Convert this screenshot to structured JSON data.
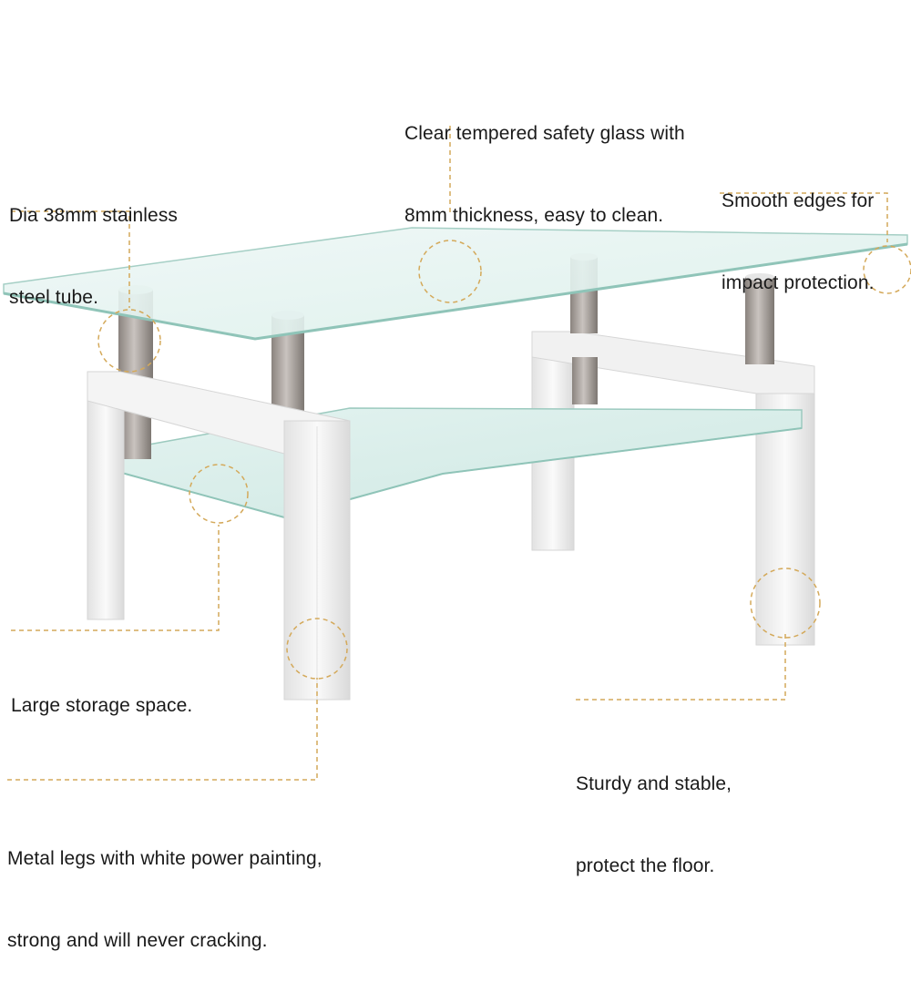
{
  "colors": {
    "leader_line": "#d4a95a",
    "glass_fill": "#e6f4f1",
    "glass_edge": "#8fc4b8",
    "frame_white": "#f4f4f4",
    "frame_shadow": "#cfcfcf",
    "steel_tube": "#a9a29d"
  },
  "callouts": {
    "glass": {
      "line1": "Clear tempered safety glass with",
      "line2": "8mm thickness, easy to clean."
    },
    "tube": {
      "line1": "Dia 38mm stainless",
      "line2": "steel tube."
    },
    "edges": {
      "line1": "Smooth edges for",
      "line2": "impact protection."
    },
    "storage": {
      "line1": "Large storage space."
    },
    "floor": {
      "line1": "Sturdy and stable,",
      "line2": "protect the floor."
    },
    "legs": {
      "line1": "Metal legs with white power painting,",
      "line2": "strong and will never cracking."
    }
  }
}
